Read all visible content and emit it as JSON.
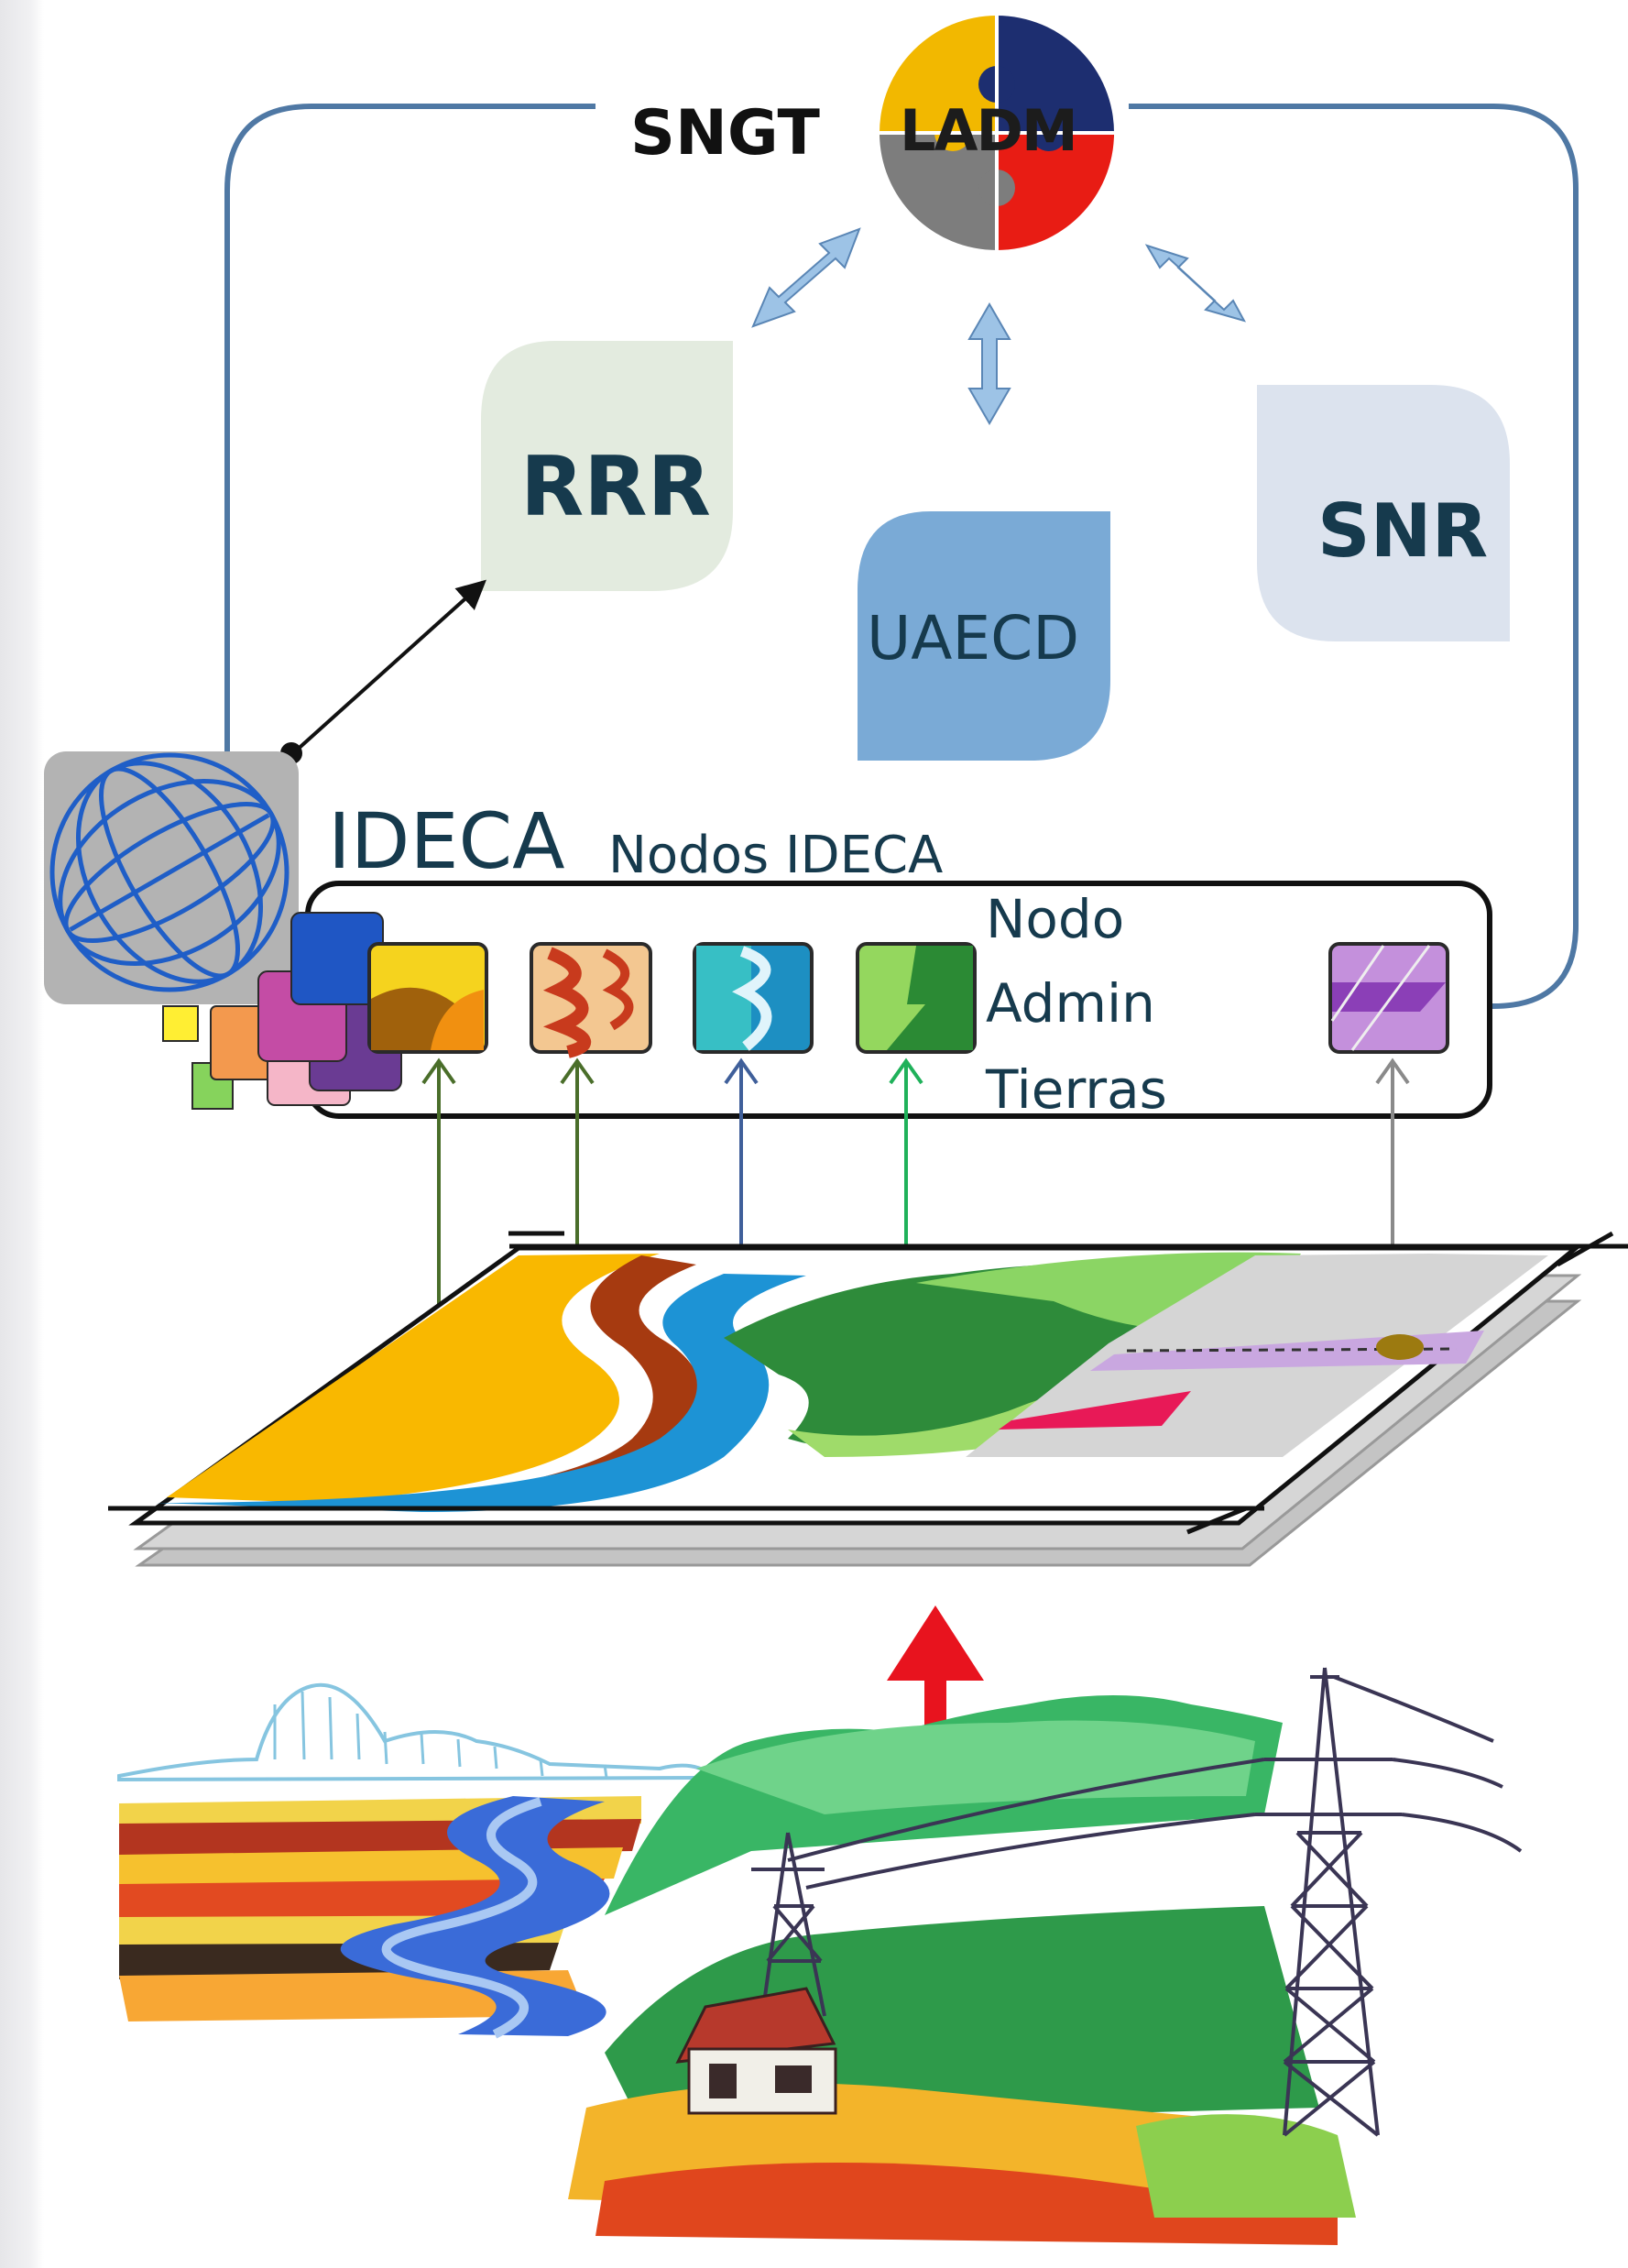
{
  "labels": {
    "sngt": "SNGT",
    "ladm": "LADM",
    "rrr": "RRR",
    "uaecd": "UAECD",
    "snr": "SNR",
    "ideca": "IDECA",
    "nodos_ideca": "Nodos IDECA",
    "nodo_line1": "Nodo",
    "nodo_line2": "Admin",
    "nodo_line3": "Tierras"
  },
  "colors": {
    "frame": "#4f78a4",
    "text_dark": "#163a4d",
    "rrr_box": "#e3ebdf",
    "uaecd_box": "#7aaad6",
    "snr_box": "#dce3ee",
    "puzzle_yellow": "#f2b800",
    "puzzle_navy": "#1d2e70",
    "puzzle_red": "#e81c14",
    "puzzle_gray": "#7d7d7d",
    "upward_arrow": "#e8131e",
    "connector_arrow": "#9dc3e6"
  },
  "icons": [
    "puzzle-logo-icon",
    "globe-icon",
    "node-tiles-icon",
    "layer-map-icon",
    "landscape-illustration",
    "power-tower-icon",
    "house-icon"
  ]
}
